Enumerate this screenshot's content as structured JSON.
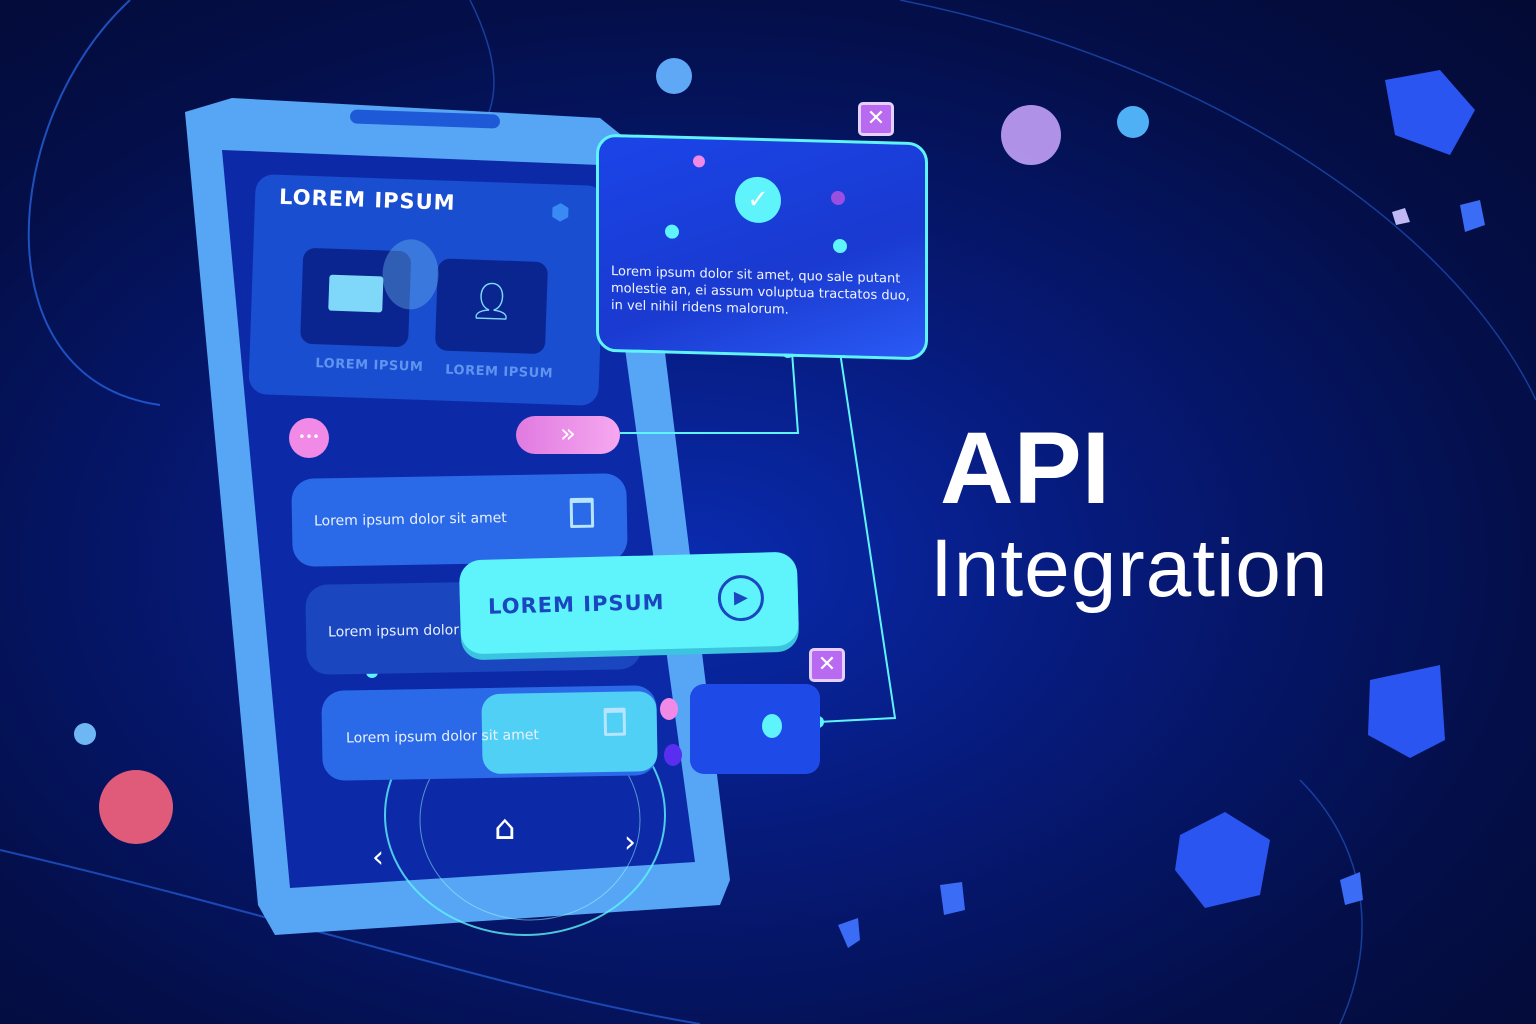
{
  "headline": {
    "line1": "API",
    "line2": "Integration"
  },
  "phone": {
    "header_title": "LOREM IPSUM",
    "tiles": [
      {
        "icon": "mail-icon",
        "label": "LOREM IPSUM"
      },
      {
        "icon": "user-icon",
        "label": "LOREM IPSUM"
      }
    ],
    "list_items": [
      {
        "text": "Lorem ipsum dolor sit amet",
        "icon": "trash-icon"
      },
      {
        "text": "Lorem ipsum dolor"
      },
      {
        "text": "Lorem ipsum dolor sit amet",
        "icon": "trash-icon"
      }
    ]
  },
  "info_panel": {
    "text": "Lorem ipsum dolor sit amet, quo sale putant molestie an, ei assum voluptua tractatos duo, in vel nihil ridens malorum."
  },
  "cta_button": {
    "label": "LOREM IPSUM"
  },
  "colors": {
    "cyan": "#5ff3fb",
    "pink": "#f08ae6",
    "purple": "#9b4fe0",
    "blue": "#1e5cf0"
  }
}
